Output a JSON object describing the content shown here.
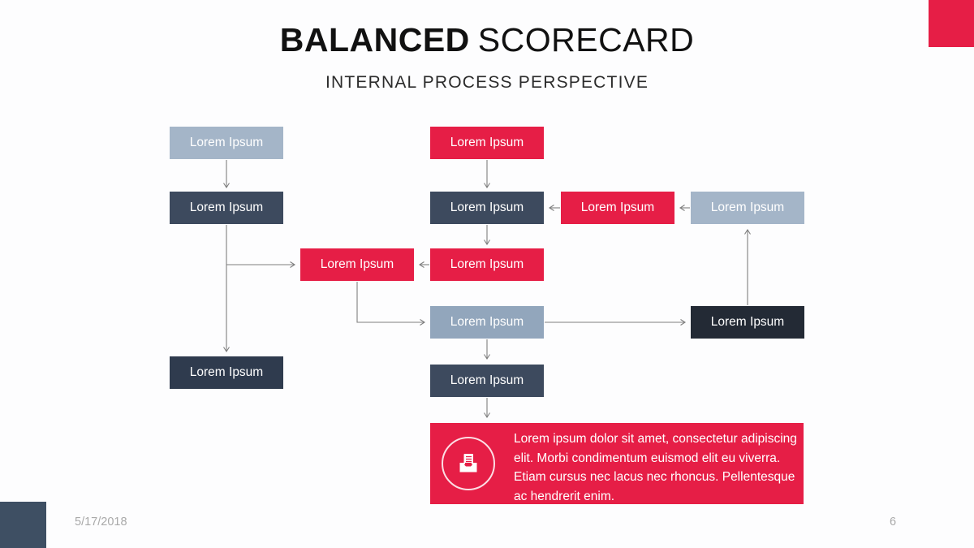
{
  "slide": {
    "title_bold": "BALANCED",
    "title_light": "SCORECARD",
    "subtitle": "INTERNAL PROCESS PERSPECTIVE",
    "footer": {
      "date": "5/17/2018",
      "page_number": "6"
    }
  },
  "colors": {
    "accent_red": "#e61e46",
    "light_blue_gray": "#a4b5c8",
    "medium_blue_gray": "#92a6bc",
    "navy": "#3d4a5e",
    "dark_navy": "#2f3b4e",
    "charcoal": "#232a35",
    "connector_gray": "#7f7f7f",
    "footer_gray": "#a9a9a9"
  },
  "diagram": {
    "boxes": [
      {
        "id": "box-1",
        "label": "Lorem Ipsum",
        "variant": "light-blue-gray"
      },
      {
        "id": "box-2",
        "label": "Lorem Ipsum",
        "variant": "red"
      },
      {
        "id": "box-3",
        "label": "Lorem Ipsum",
        "variant": "navy"
      },
      {
        "id": "box-4",
        "label": "Lorem Ipsum",
        "variant": "navy"
      },
      {
        "id": "box-5",
        "label": "Lorem Ipsum",
        "variant": "red"
      },
      {
        "id": "box-6",
        "label": "Lorem Ipsum",
        "variant": "light-blue-gray"
      },
      {
        "id": "box-7",
        "label": "Lorem Ipsum",
        "variant": "red"
      },
      {
        "id": "box-8",
        "label": "Lorem Ipsum",
        "variant": "red"
      },
      {
        "id": "box-9",
        "label": "Lorem Ipsum",
        "variant": "medium-blue-gray"
      },
      {
        "id": "box-10",
        "label": "Lorem Ipsum",
        "variant": "charcoal"
      },
      {
        "id": "box-11",
        "label": "Lorem Ipsum",
        "variant": "dark-navy"
      },
      {
        "id": "box-12",
        "label": "Lorem Ipsum",
        "variant": "navy"
      }
    ]
  },
  "callout": {
    "icon": "document-tray-icon",
    "text": "Lorem ipsum dolor sit amet, consectetur adipiscing elit.  Morbi condimentum euismod elit eu viverra. Etiam cursus nec lacus nec rhoncus. Pellentesque ac hendrerit enim."
  }
}
